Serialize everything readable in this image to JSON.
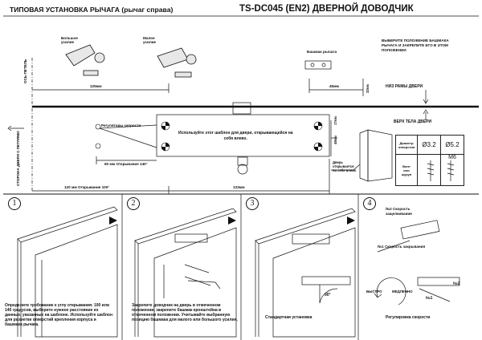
{
  "header": {
    "title_left": "ТИПОВАЯ УСТАНОВКА РЫЧАГА (рычаг справа)",
    "title_right": "TS-DC045 (EN2) ДВЕРНОЙ ДОВОДЧИК"
  },
  "top_section": {
    "label_big_force": "Большое\nусилие",
    "label_small_force": "Малое\nусилие",
    "label_shoe": "Башмак рычага",
    "note_select_shoe": "ВЫБЕРИТЕ ПОЛОЖЕНИЕ БАШМАКА\nРЫЧАГА И ЗАКРЕПИТЕ ЕГО В ЭТОМ\nПОЛОЖЕНИИ",
    "label_frame_bottom": "НИЗ РАМЫ ДВЕРИ",
    "label_door_top": "ВЕРХ ТЕЛА ДВЕРИ",
    "label_axis": "ОСЬ ПЕТЕЛЬ",
    "label_hinge_side": "СТОРОНА ДВЕРИ С ПЕТЛЯМИ",
    "label_speed_regulators": "Регуляторы скорости",
    "template_note": "Используйте этот шаблон для двери, открывающейся на\nсебя влево.",
    "door_opens_left": "Дверь\nоткрывается\nна себя влево",
    "dim_125": "125мм",
    "dim_45": "45мм",
    "dim_32": "32мм",
    "dim_17": "17мм",
    "dim_48": "48мм",
    "dim_133": "133мм",
    "dim_60_label": "60 мм   Открывание 140°",
    "dim_120_label": "120 мм   Открывание 100°"
  },
  "screw_table": {
    "row1_label": "Диаметр\nотверстия",
    "val1": "Ø3.2",
    "val2": "Ø5.2",
    "row2_label": "Винт\nили\nшуруп",
    "screw_m6": "M6"
  },
  "steps": [
    {
      "num": "1",
      "text": "Определите требование к углу открывания: 100 или 140 градусов, выберите нужное расстояние из данных, указанных на шаблоне. Используйте шаблон для разметки отверстий крепления корпуса и башмака рычага."
    },
    {
      "num": "2",
      "text": "Закрепите доводчик на дверь в отмеченном положении, закрепите башмак кронштейна в отмеченном положении. Учитывайте выбранную позицию башмака для малого или большого усилия."
    },
    {
      "num": "3",
      "text": "Стандартная установка",
      "angle": "90°"
    },
    {
      "num": "4",
      "text": "Регулировка скорости",
      "label_n2": "№2 Скорость\nзащелкивания",
      "label_n1": "№1 Скорость закрывания",
      "fast": "БЫСТРО",
      "slow": "МЕДЛЕННО",
      "n1": "№1",
      "n2": "№2"
    }
  ]
}
